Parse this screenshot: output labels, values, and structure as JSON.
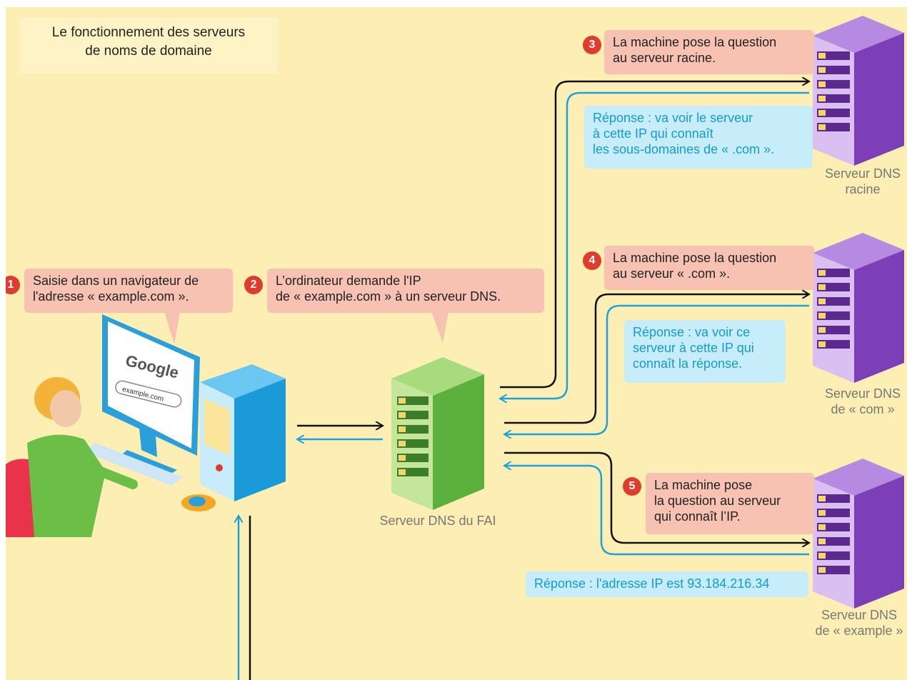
{
  "title": {
    "line1": "Le fonctionnement des serveurs",
    "line2": "de noms de domaine"
  },
  "steps": [
    {
      "num": "1",
      "line1": "Saisie dans un navigateur de",
      "line2": "l'adresse « example.com »."
    },
    {
      "num": "2",
      "line1": "L’ordinateur demande l'IP",
      "line2": "de « example.com » à un serveur DNS."
    },
    {
      "num": "3",
      "line1": "La machine pose la question",
      "line2": "au serveur racine."
    },
    {
      "num": "4",
      "line1": "La machine pose la question",
      "line2": "au serveur « .com »."
    },
    {
      "num": "5",
      "line1": "La machine pose",
      "line2": "la question au serveur",
      "line3": "qui connaît l’IP."
    }
  ],
  "responses": [
    {
      "line1": "Réponse : va voir le serveur",
      "line2": "à cette IP qui connaît",
      "line3": "les sous-domaines de « .com »."
    },
    {
      "line1": "Réponse : va voir ce",
      "line2": "serveur à cette IP qui",
      "line3": "connaît la réponse."
    },
    {
      "line1": "Réponse : l'adresse IP est 93.184.216.34"
    }
  ],
  "servers": {
    "fai": "Serveur DNS du FAI",
    "root": {
      "line1": "Serveur DNS",
      "line2": "racine"
    },
    "com": {
      "line1": "Serveur DNS",
      "line2": "de « com »"
    },
    "example": {
      "line1": "Serveur DNS",
      "line2": "de « example »"
    }
  },
  "screen": {
    "logo": "Google",
    "search": "example.com"
  },
  "colors": {
    "background": "#fdefb3",
    "bubble": "#f7c2b2",
    "response_bg": "#c7ecfa",
    "response_text": "#139bd9",
    "badge": "#e03c2e",
    "arrow_dark": "#111111",
    "arrow_blue": "#1aa3dc",
    "server_green": "#6cc04a",
    "server_purple": "#8a4fc0"
  }
}
